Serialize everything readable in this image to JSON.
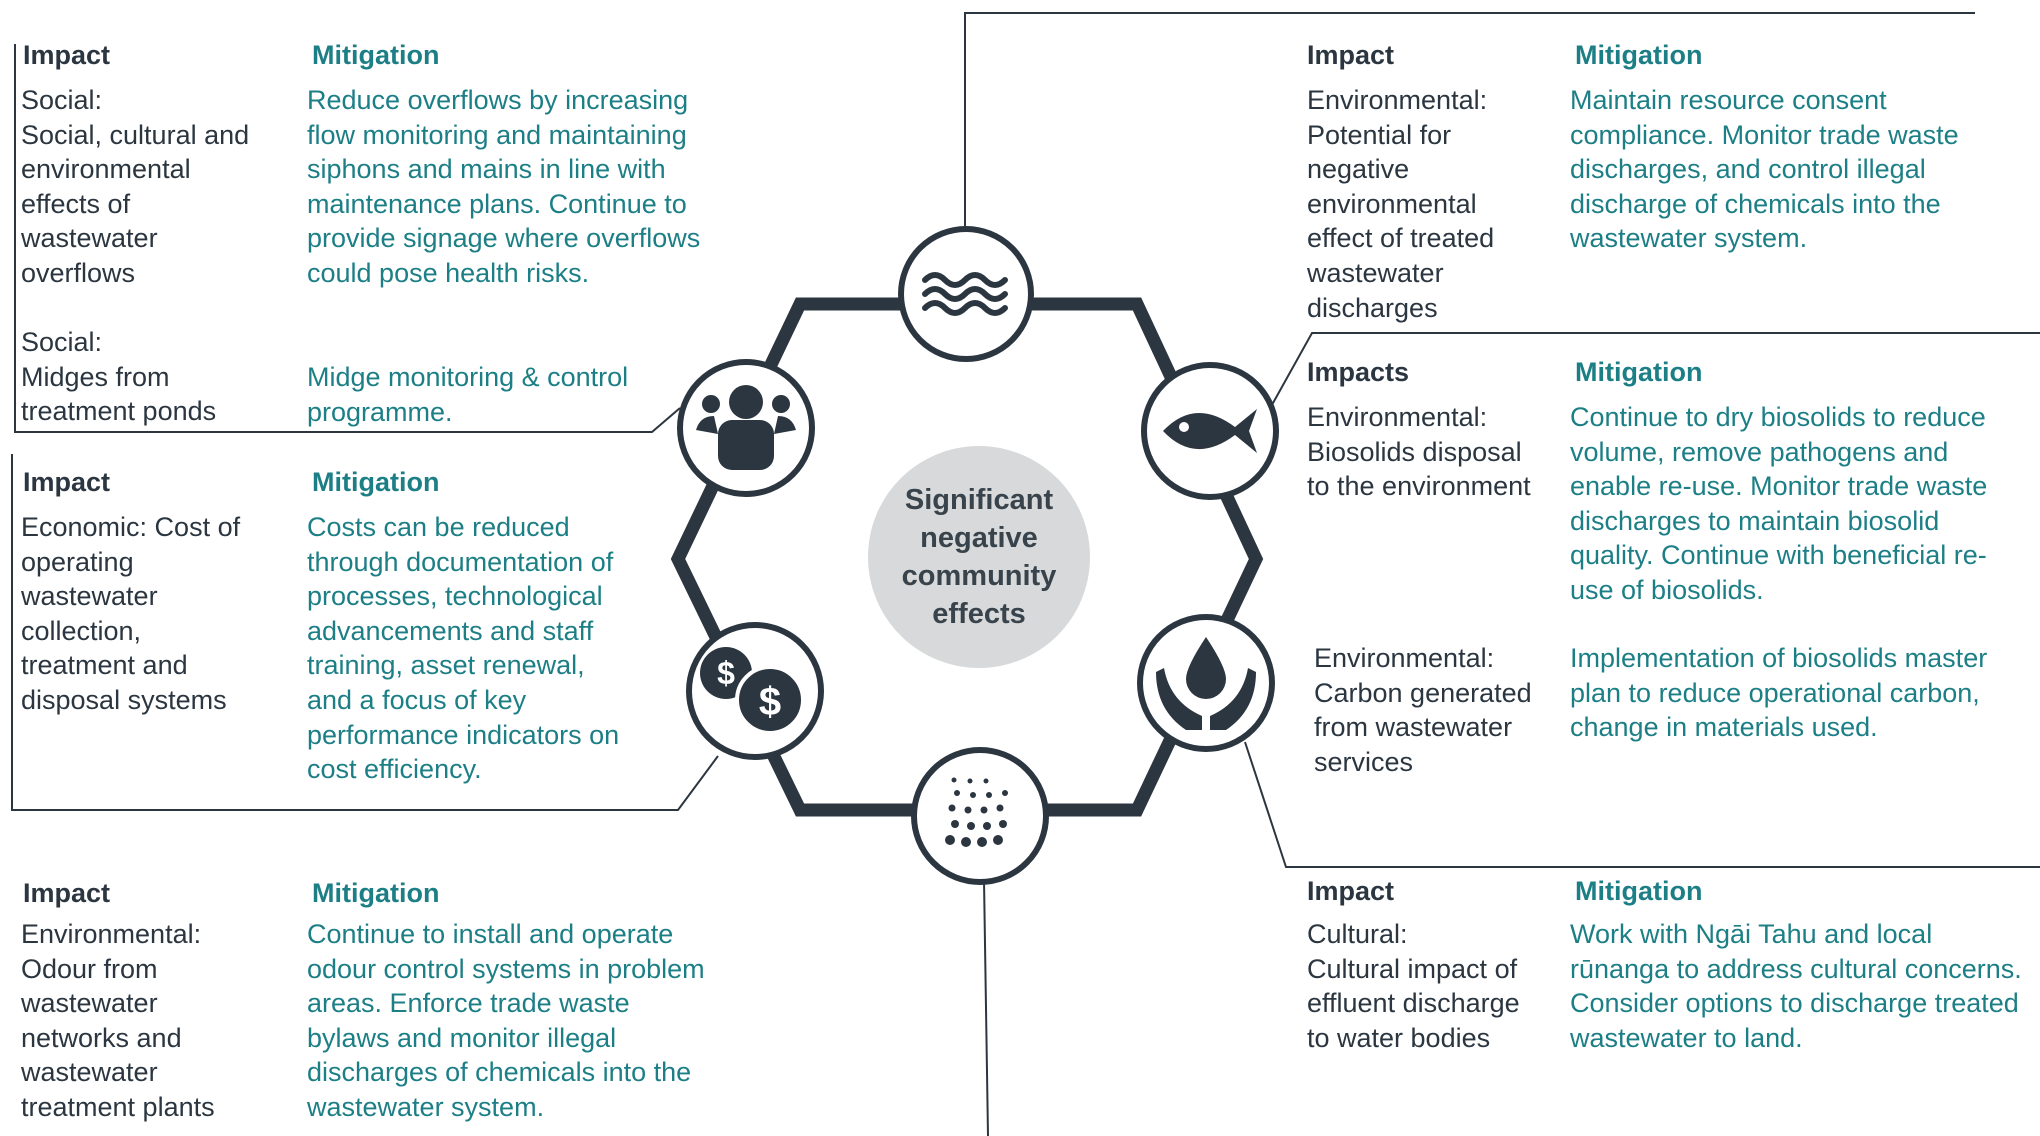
{
  "center": {
    "lines": [
      "Significant",
      "negative",
      "community",
      "effects"
    ]
  },
  "icons": [
    "water-waves-icon",
    "fish-icon",
    "hands-water-drop-icon",
    "steam-odour-icon",
    "dollar-coins-icon",
    "people-group-icon"
  ],
  "colors": {
    "impact_text": "#2b3640",
    "mitigation_text": "#1d7f86",
    "hexagon": "#2b3640",
    "center_circle": "#d7d9da"
  },
  "panels": {
    "overflows": {
      "impact_header": "Impact",
      "mitigation_header": "Mitigation",
      "impact": [
        "Social:",
        "Social, cultural and",
        "environmental",
        "effects of",
        "wastewater",
        "overflows"
      ],
      "mitigation": [
        "Reduce overflows by increasing",
        "flow monitoring and maintaining",
        "siphons and mains in line with",
        "maintenance plans. Continue to",
        "provide signage where overflows",
        "could pose health risks."
      ]
    },
    "midges": {
      "impact": [
        "Social:",
        "Midges from",
        "treatment ponds"
      ],
      "mitigation": [
        "Midge monitoring & control",
        "programme."
      ]
    },
    "economic": {
      "impact_header": "Impact",
      "mitigation_header": "Mitigation",
      "impact": [
        "Economic: Cost of",
        "operating",
        "wastewater",
        "collection,",
        "treatment and",
        "disposal systems"
      ],
      "mitigation": [
        "Costs can be reduced",
        "through documentation of",
        "processes, technological",
        "advancements and staff",
        "training, asset renewal,",
        "and a focus of key",
        "performance indicators on",
        "cost efficiency."
      ]
    },
    "odour": {
      "impact_header": "Impact",
      "mitigation_header": "Mitigation",
      "impact": [
        "Environmental:",
        "Odour from",
        "wastewater",
        "networks and",
        "wastewater",
        "treatment plants"
      ],
      "mitigation": [
        "Continue to install and operate",
        "odour control systems in problem",
        "areas. Enforce trade waste",
        "bylaws and monitor illegal",
        "discharges of chemicals into the",
        "wastewater system."
      ]
    },
    "discharges": {
      "impact_header": "Impact",
      "mitigation_header": "Mitigation",
      "impact": [
        "Environmental:",
        "Potential for",
        "negative",
        "environmental",
        "effect of treated",
        "wastewater",
        "discharges"
      ],
      "mitigation": [
        "Maintain resource consent",
        "compliance. Monitor trade waste",
        "discharges, and control illegal",
        "discharge of chemicals into the",
        "wastewater system."
      ]
    },
    "biosolids": {
      "impact_header": "Impacts",
      "mitigation_header": "Mitigation",
      "impact": [
        "Environmental:",
        "Biosolids disposal",
        "to the environment"
      ],
      "mitigation": [
        "Continue to dry biosolids to reduce",
        "volume, remove pathogens and",
        "enable re-use. Monitor trade waste",
        "discharges to maintain biosolid",
        "quality. Continue with beneficial re-",
        "use of biosolids."
      ]
    },
    "carbon": {
      "impact": [
        "Environmental:",
        "Carbon generated",
        "from wastewater",
        "services"
      ],
      "mitigation": [
        "Implementation of biosolids master",
        "plan to reduce operational carbon,",
        "change in materials used."
      ]
    },
    "cultural": {
      "impact_header": "Impact",
      "mitigation_header": "Mitigation",
      "impact": [
        "Cultural:",
        "Cultural impact of",
        "effluent discharge",
        "to water bodies"
      ],
      "mitigation": [
        "Work with Ngāi Tahu and local",
        "rūnanga to address cultural concerns.",
        "Consider options to discharge treated",
        "wastewater to land."
      ]
    }
  }
}
